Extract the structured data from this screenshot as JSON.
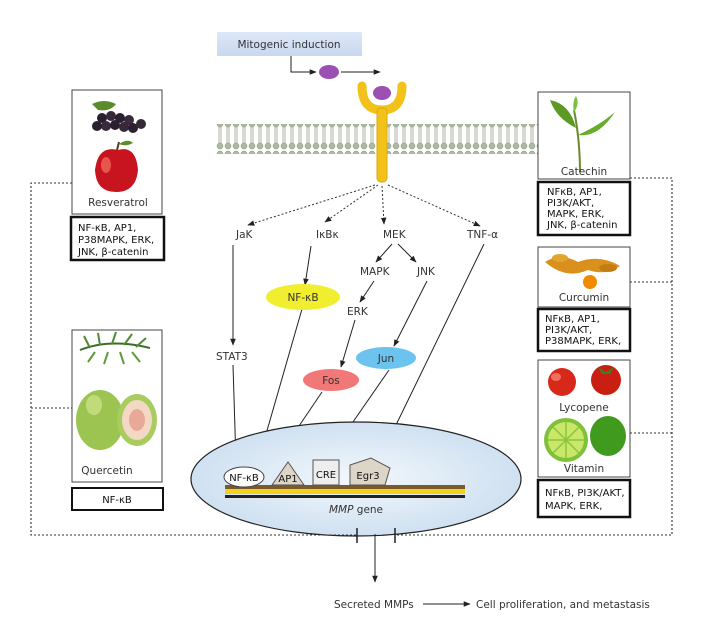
{
  "title_box": "Mitogenic induction",
  "pathways": {
    "jak": "JaK",
    "ikb": "IκBκ",
    "mek": "MEK",
    "tnf": "TNF-α",
    "mapk": "MAPK",
    "jnk": "JNK",
    "erk": "ERK",
    "stat3": "STAT3",
    "nfkb": "NF-κB",
    "fos": "Fos",
    "jun": "Jun"
  },
  "nucleus": {
    "nfkb": "NF-κB",
    "ap1": "AP1",
    "cre": "CRE",
    "egr3": "Egr3",
    "gene_label_italic": "MMP",
    "gene_label_rest": " gene"
  },
  "output": {
    "secreted": "Secreted MMPs",
    "result": "Cell proliferation, and metastasis"
  },
  "compounds": {
    "resveratrol": {
      "name": "Resveratrol",
      "targets": [
        "NF-κB, AP1,",
        "P38MAPK, ERK,",
        "JNK, β-catenin"
      ]
    },
    "quercetin": {
      "name": "Quercetin",
      "targets": [
        "NF-κB"
      ]
    },
    "catechin": {
      "name": "Catechin",
      "targets": [
        "NFκB, AP1,",
        "PI3K/AKT,",
        "MAPK, ERK,",
        "JNK, β-catenin"
      ]
    },
    "curcumin": {
      "name": "Curcumin",
      "targets": [
        "NFκB, AP1,",
        "PI3K/AKT,",
        "P38MAPK, ERK,"
      ]
    },
    "lycopene": {
      "name": "Lycopene"
    },
    "vitamin": {
      "name": "Vitamin",
      "targets": [
        "NFκB, PI3K/AKT,",
        "MAPK, ERK,"
      ]
    }
  },
  "colors": {
    "nfkb_fill": "#f0ee2e",
    "fos_fill": "#f27777",
    "jun_fill": "#6cc3ee",
    "receptor": "#f3c21a",
    "ligand": "#9b51b3",
    "nucleus_fill": "#dbe9f5",
    "title_box_fill": "#dce8f7"
  }
}
